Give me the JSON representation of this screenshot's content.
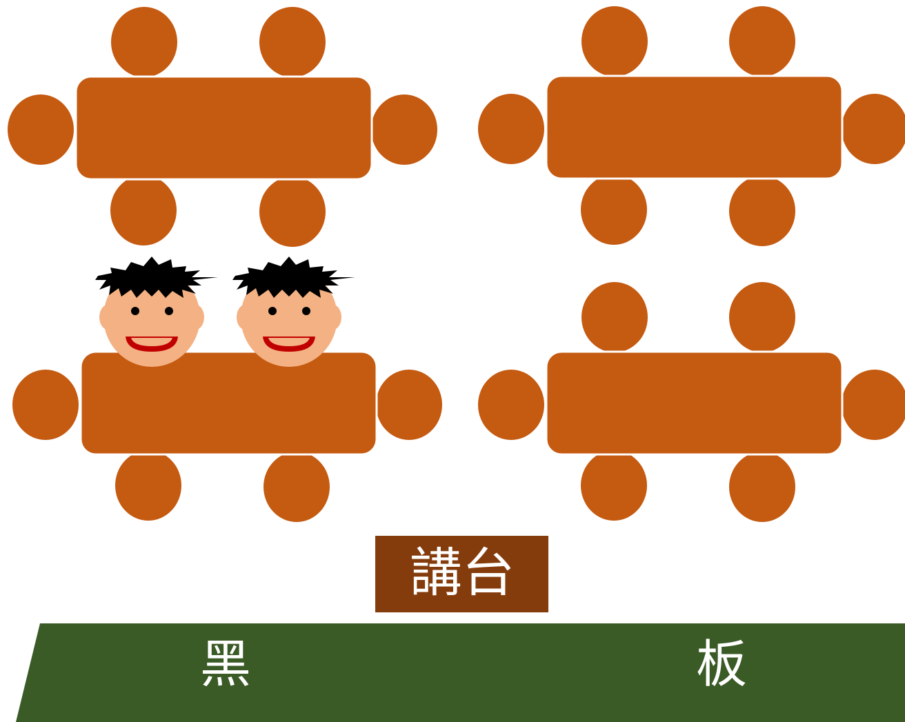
{
  "podium": {
    "label": "講台",
    "color": "#843C0C"
  },
  "blackboard": {
    "left_char": "黑",
    "right_char": "板",
    "color": "#3A5A26"
  },
  "furniture_color": "#C55A11",
  "groups": [
    {
      "name": "table-group-top-left",
      "students": 0
    },
    {
      "name": "table-group-top-right",
      "students": 0
    },
    {
      "name": "table-group-bottom-left",
      "students": 2
    },
    {
      "name": "table-group-bottom-right",
      "students": 0
    }
  ]
}
